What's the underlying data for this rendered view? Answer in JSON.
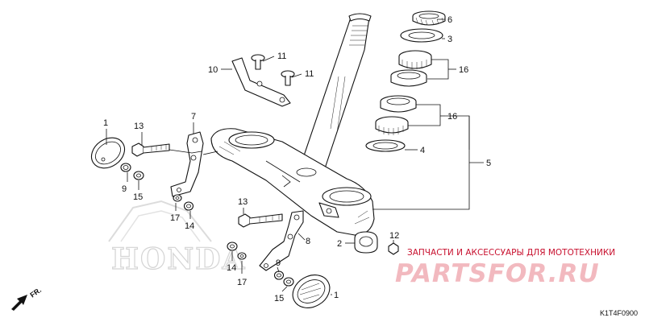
{
  "diagram": {
    "code": "K1T4F0900",
    "direction_label": "FR.",
    "watermark": {
      "brand": "HONDA",
      "tagline": "ЗАПЧАСТИ И АКСЕССУАРЫ ДЛЯ МОТОТЕХНИКИ",
      "logo": "PARTSFOR.RU"
    },
    "callouts": [
      {
        "id": "c-1a",
        "label": "1"
      },
      {
        "id": "c-1b",
        "label": "1"
      },
      {
        "id": "c-2",
        "label": "2"
      },
      {
        "id": "c-3",
        "label": "3"
      },
      {
        "id": "c-4",
        "label": "4"
      },
      {
        "id": "c-5",
        "label": "5"
      },
      {
        "id": "c-6",
        "label": "6"
      },
      {
        "id": "c-7",
        "label": "7"
      },
      {
        "id": "c-8",
        "label": "8"
      },
      {
        "id": "c-9a",
        "label": "9"
      },
      {
        "id": "c-9b",
        "label": "9"
      },
      {
        "id": "c-10",
        "label": "10"
      },
      {
        "id": "c-11a",
        "label": "11"
      },
      {
        "id": "c-11b",
        "label": "11"
      },
      {
        "id": "c-12",
        "label": "12"
      },
      {
        "id": "c-13a",
        "label": "13"
      },
      {
        "id": "c-13b",
        "label": "13"
      },
      {
        "id": "c-14a",
        "label": "14"
      },
      {
        "id": "c-14b",
        "label": "14"
      },
      {
        "id": "c-15a",
        "label": "15"
      },
      {
        "id": "c-15b",
        "label": "15"
      },
      {
        "id": "c-16a",
        "label": "16"
      },
      {
        "id": "c-16b",
        "label": "16"
      },
      {
        "id": "c-17a",
        "label": "17"
      },
      {
        "id": "c-17b",
        "label": "17"
      }
    ]
  }
}
